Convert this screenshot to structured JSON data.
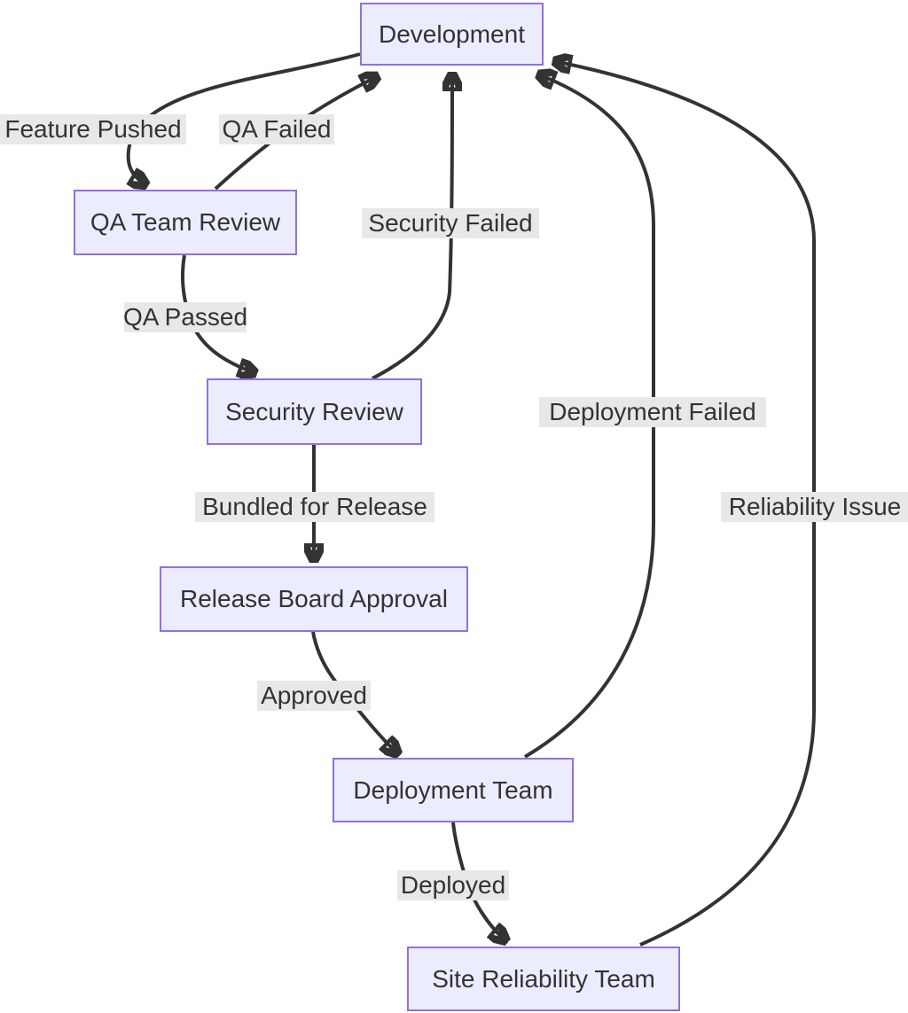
{
  "diagram": {
    "type": "flowchart",
    "direction": "top-down",
    "colors": {
      "node_fill": "#ECECFF",
      "node_border": "#9370DB",
      "edge_stroke": "#333333",
      "edge_label_background": "#e8e8e8",
      "text": "#333333",
      "canvas_background": "#ffffff"
    },
    "nodes": [
      {
        "id": "development",
        "label": "Development"
      },
      {
        "id": "qa-team-review",
        "label": "QA Team Review"
      },
      {
        "id": "security-review",
        "label": "Security Review"
      },
      {
        "id": "release-board-approval",
        "label": "Release Board Approval"
      },
      {
        "id": "deployment-team",
        "label": "Deployment Team"
      },
      {
        "id": "site-reliability-team",
        "label": "Site Reliability Team"
      }
    ],
    "edges": [
      {
        "from": "Development",
        "to": "QA Team Review",
        "label": "Feature Pushed"
      },
      {
        "from": "QA Team Review",
        "to": "Development",
        "label": "QA Failed"
      },
      {
        "from": "QA Team Review",
        "to": "Security Review",
        "label": "QA Passed"
      },
      {
        "from": "Security Review",
        "to": "Development",
        "label": "Security Failed"
      },
      {
        "from": "Security Review",
        "to": "Release Board Approval",
        "label": "Bundled for Release"
      },
      {
        "from": "Release Board Approval",
        "to": "Deployment Team",
        "label": "Approved"
      },
      {
        "from": "Deployment Team",
        "to": "Development",
        "label": "Deployment Failed"
      },
      {
        "from": "Deployment Team",
        "to": "Site Reliability Team",
        "label": "Deployed"
      },
      {
        "from": "Site Reliability Team",
        "to": "Development",
        "label": "Reliability Issue"
      }
    ]
  }
}
